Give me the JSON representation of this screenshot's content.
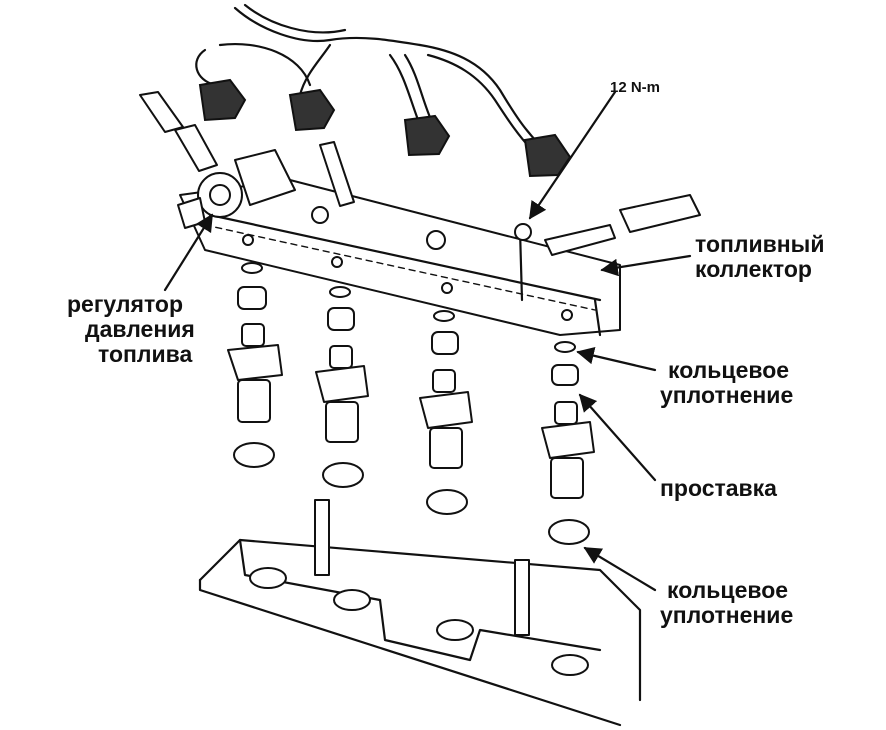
{
  "labels": {
    "torque": "12 N-m",
    "fuel_rail_line1": "топливный",
    "fuel_rail_line2": "коллектор",
    "regulator_line1": "регулятор",
    "regulator_line2": "давления",
    "regulator_line3": "топлива",
    "oring_top_line1": "кольцевое",
    "oring_top_line2": "уплотнение",
    "spacer": "проставка",
    "oring_bottom_line1": "кольцевое",
    "oring_bottom_line2": "уплотнение"
  }
}
